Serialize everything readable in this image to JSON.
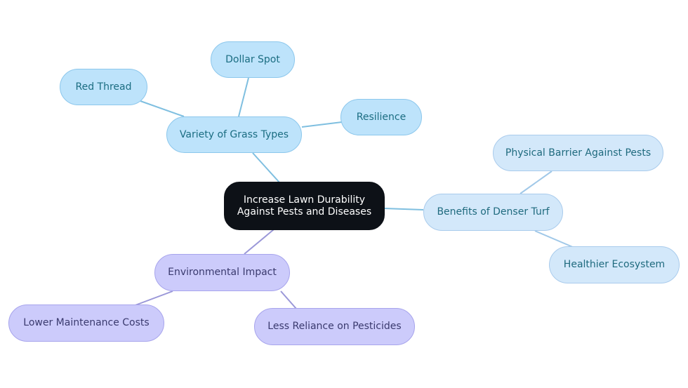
{
  "root": {
    "label": "Increase Lawn Durability Against Pests and Diseases"
  },
  "branches": {
    "grass_types": {
      "label": "Variety of Grass Types",
      "children": [
        "Red Thread",
        "Dollar Spot",
        "Resilience"
      ]
    },
    "denser_turf": {
      "label": "Benefits of Denser Turf",
      "children": [
        "Physical Barrier Against Pests",
        "Healthier Ecosystem"
      ]
    },
    "environmental": {
      "label": "Environmental Impact",
      "children": [
        "Lower Maintenance Costs",
        "Less Reliance on Pesticides"
      ]
    }
  },
  "colors": {
    "root_fill": "#0d1117",
    "blue_fill": "#bde3fb",
    "lightblue_fill": "#d3e8fa",
    "purple_fill": "#cccbfb",
    "blue_link": "#7fbfe0",
    "purple_link": "#9a97d8"
  }
}
